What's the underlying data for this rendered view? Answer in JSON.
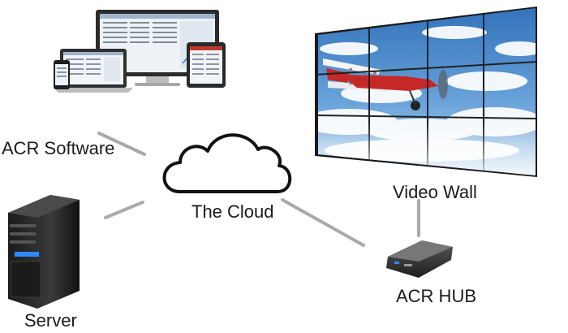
{
  "diagram": {
    "nodes": {
      "acr_software": {
        "label": "ACR Software",
        "icon": "multi-device-icon"
      },
      "server": {
        "label": "Server",
        "icon": "server-tower-icon"
      },
      "cloud": {
        "label": "The Cloud",
        "icon": "cloud-icon"
      },
      "video_wall": {
        "label": "Video Wall",
        "icon": "video-wall-icon"
      },
      "acr_hub": {
        "label": "ACR HUB",
        "icon": "hub-device-icon"
      }
    },
    "edges": [
      {
        "from": "acr_software",
        "to": "cloud"
      },
      {
        "from": "server",
        "to": "cloud"
      },
      {
        "from": "cloud",
        "to": "acr_hub"
      },
      {
        "from": "video_wall",
        "to": "acr_hub"
      }
    ],
    "colors": {
      "connector": "#a9a9a9",
      "text": "#1a1a1a",
      "sky": "#3f7fc4",
      "plane_body": "#c62828"
    }
  }
}
